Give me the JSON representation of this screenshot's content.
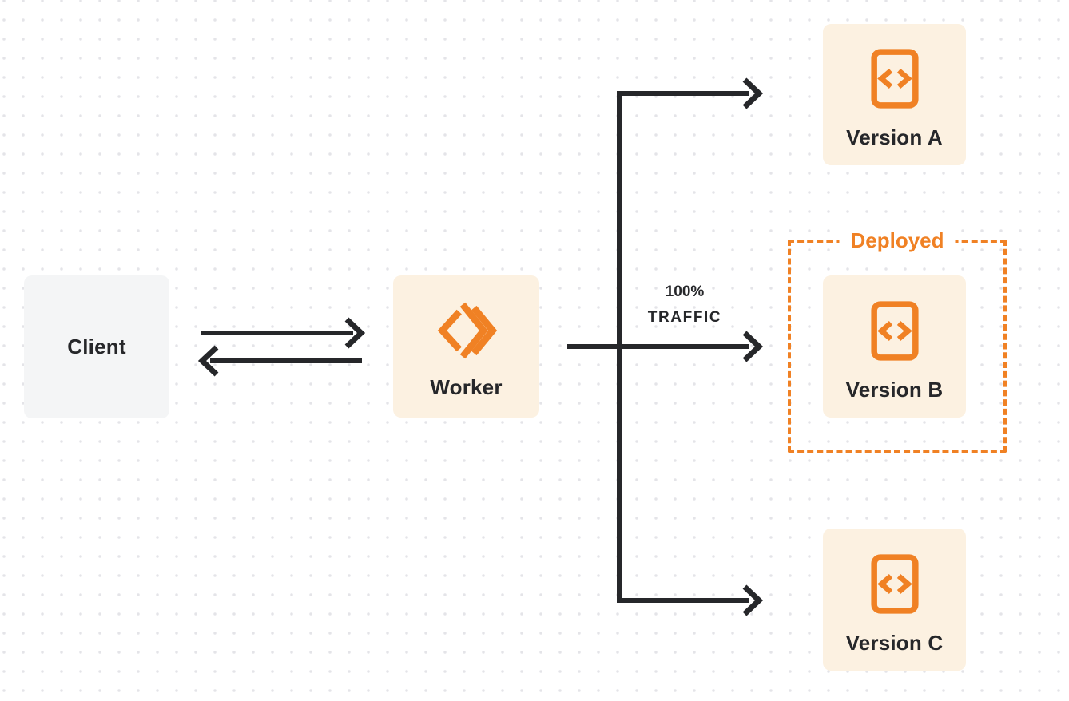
{
  "colors": {
    "accent": "#f08124",
    "node_fill_cream": "#fcf1e1",
    "node_fill_gray": "#f4f5f6",
    "line": "#26272a",
    "dot": "#e4e4e8",
    "background": "#ffffff"
  },
  "nodes": {
    "client": {
      "label": "Client"
    },
    "worker": {
      "label": "Worker",
      "icon": "workers-logo-icon"
    },
    "version_a": {
      "label": "Version A",
      "icon": "code-file-icon"
    },
    "version_b": {
      "label": "Version B",
      "icon": "code-file-icon"
    },
    "version_c": {
      "label": "Version C",
      "icon": "code-file-icon"
    }
  },
  "group": {
    "label": "Deployed",
    "contains": "version_b"
  },
  "edge_label": {
    "line1": "100%",
    "line2": "TRAFFIC"
  },
  "edges": [
    {
      "from": "Client",
      "to": "Worker",
      "direction": "bidirectional"
    },
    {
      "from": "Worker",
      "to": "Version A"
    },
    {
      "from": "Worker",
      "to": "Version B",
      "label": "100% TRAFFIC"
    },
    {
      "from": "Worker",
      "to": "Version C"
    }
  ]
}
